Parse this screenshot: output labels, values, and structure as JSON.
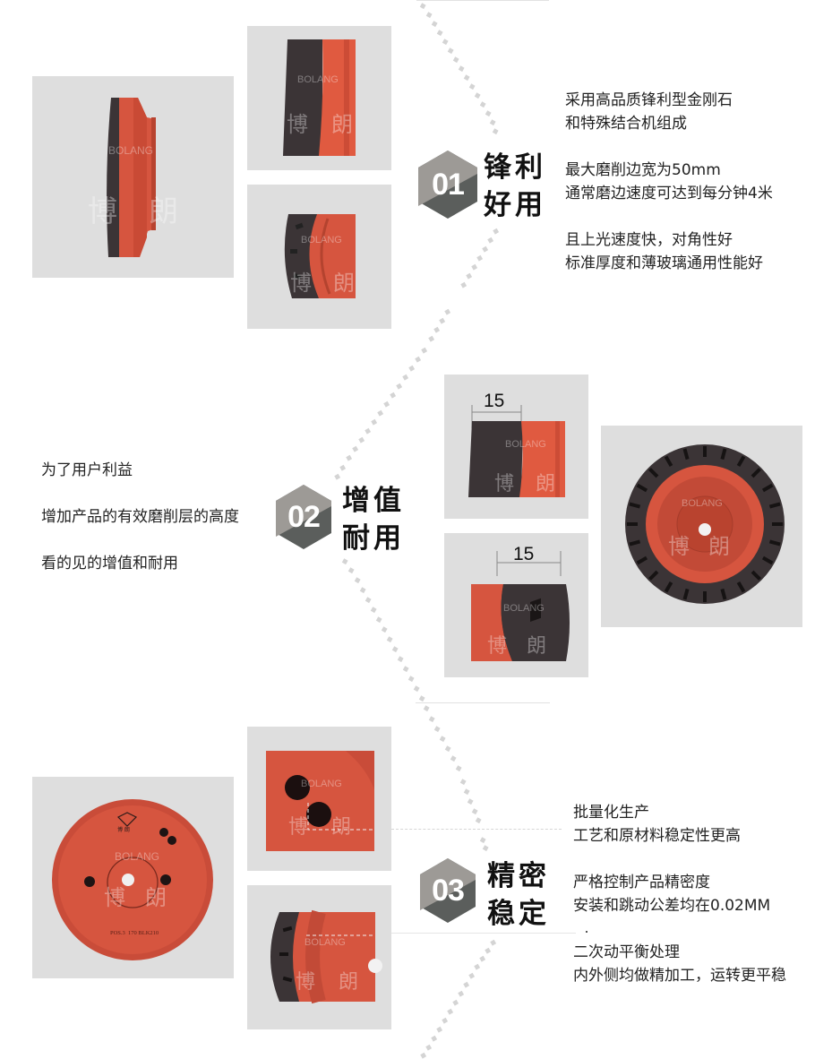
{
  "watermark": {
    "brand_en": "BOLANG",
    "brand_cn_1": "博",
    "brand_cn_2": "朗"
  },
  "colors": {
    "photo_bg": "#dedede",
    "wheel_red": "#d6553f",
    "wheel_dark": "#3b3436",
    "badge_light": "#9d9a96",
    "badge_dark": "#5b5e5c",
    "dotted_line": "#d4d4d4"
  },
  "sections": [
    {
      "badge": "01",
      "title_line1": "锋利",
      "title_line2": "好用",
      "desc": [
        [
          "采用高品质锋利型金刚石",
          "和特殊结合机组成"
        ],
        [
          "最大磨削边宽为50mm",
          "通常磨边速度可达到每分钟4米"
        ],
        [
          "且上光速度快，对角性好",
          "标准厚度和薄玻璃通用性能好"
        ]
      ]
    },
    {
      "badge": "02",
      "title_line1": "增值",
      "title_line2": "耐用",
      "desc": [
        [
          "为了用户利益"
        ],
        [
          "增加产品的有效磨削层的高度"
        ],
        [
          "看的见的增值和耐用"
        ]
      ],
      "dimension_top": "15",
      "dimension_bottom": "15"
    },
    {
      "badge": "03",
      "title_line1": "精密",
      "title_line2": "稳定",
      "desc": [
        [
          "批量化生产",
          "工艺和原材料稳定性更高"
        ],
        [
          "严格控制产品精密度",
          "安装和跳动公差均在0.02MM"
        ],
        [
          "二次动平衡处理",
          "内外侧均做精加工，运转更平稳"
        ]
      ],
      "disc_label": "POS.3  170 BLK210",
      "disc_logo_cn": "博 朗"
    }
  ]
}
